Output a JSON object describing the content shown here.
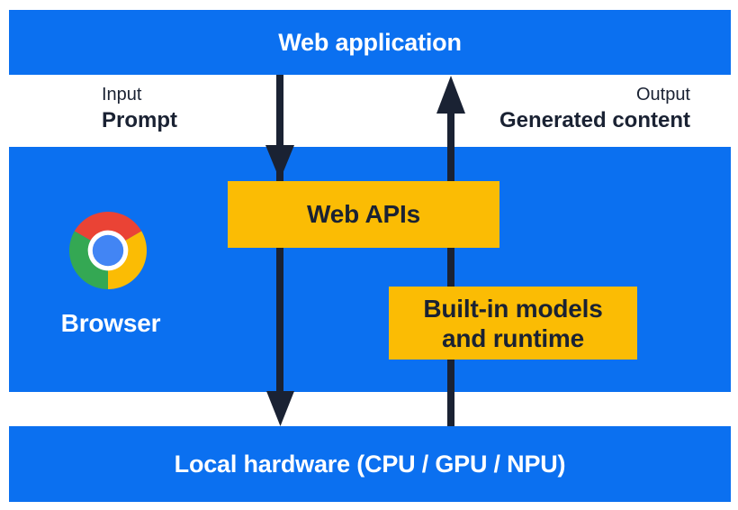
{
  "top_bar": {
    "label": "Web application"
  },
  "io_labels": {
    "input": {
      "title": "Input",
      "value": "Prompt"
    },
    "output": {
      "title": "Output",
      "value": "Generated content"
    }
  },
  "browser": {
    "label": "Browser",
    "icon": "chrome-logo"
  },
  "web_apis_box": {
    "label": "Web APIs"
  },
  "builtin_box": {
    "lines": [
      "Built-in models",
      "and runtime"
    ]
  },
  "bottom_bar": {
    "label": "Local hardware (CPU / GPU / NPU)"
  },
  "colors": {
    "blue": "#0b70f0",
    "yellow": "#fbbc04",
    "dark_navy": "#1a2233",
    "white_text": "#ffffff",
    "chrome_red": "#ea4335",
    "chrome_yellow": "#fbbc04",
    "chrome_green": "#34a853",
    "chrome_blue": "#4285f4"
  }
}
